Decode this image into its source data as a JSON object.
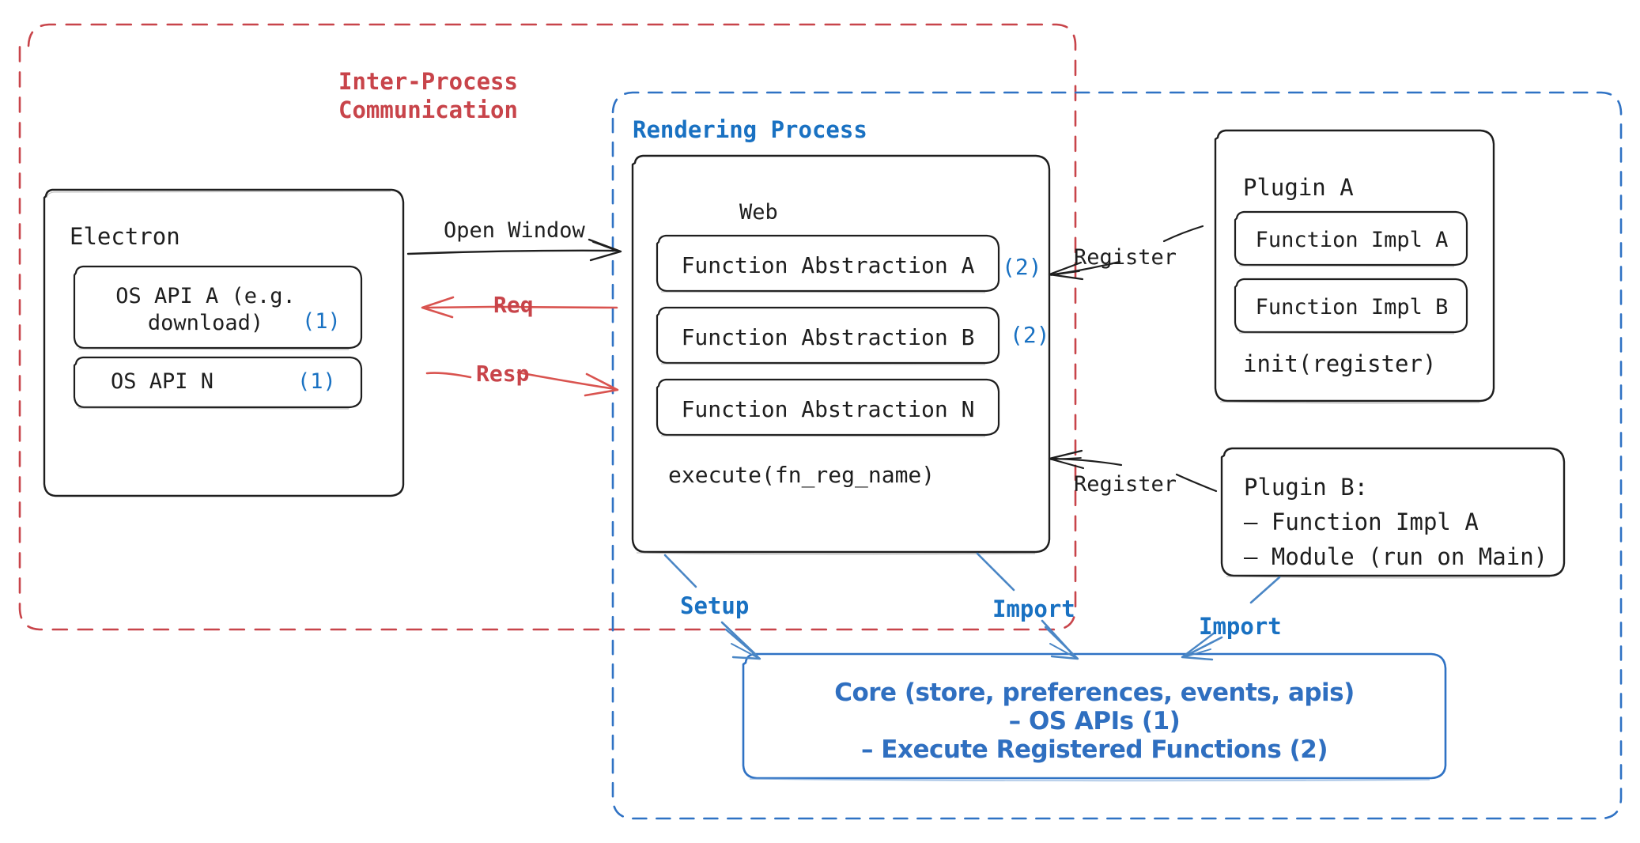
{
  "diagram": {
    "title_ipc": "Inter-Process\nCommunication",
    "title_rendering": "Rendering Process",
    "colors": {
      "ipc_red": "#c8444a",
      "process_blue": "#1971c2",
      "core_blue": "#2f6fc0",
      "stroke_black": "#1e1e1e"
    },
    "electron": {
      "title": "Electron",
      "items": [
        {
          "label": "OS API A (e.g.\ndownload)",
          "badge": "(1)"
        },
        {
          "label": "OS API N",
          "badge": "(1)"
        }
      ]
    },
    "web": {
      "title": "Web",
      "items": [
        {
          "label": "Function Abstraction A",
          "badge": "(2)"
        },
        {
          "label": "Function Abstraction B",
          "badge": "(2)"
        },
        {
          "label": "Function Abstraction N",
          "badge": ""
        }
      ],
      "footer": "execute(fn_reg_name)"
    },
    "plugin_a": {
      "title": "Plugin A",
      "items": [
        "Function Impl A",
        "Function Impl B"
      ],
      "footer": "init(register)"
    },
    "plugin_b": {
      "title": "Plugin B:",
      "lines": [
        "– Function Impl A",
        "– Module (run on Main)"
      ]
    },
    "core": {
      "line1": "Core (store, preferences, events, apis)",
      "line2": "– OS APIs (1)",
      "line3": "– Execute Registered Functions (2)"
    },
    "edges": [
      {
        "name": "open-window",
        "label": "Open Window",
        "color": "#1e1e1e",
        "direction": "right"
      },
      {
        "name": "req",
        "label": "Req",
        "color": "#c8444a",
        "direction": "left"
      },
      {
        "name": "resp",
        "label": "Resp",
        "color": "#c8444a",
        "direction": "right"
      },
      {
        "name": "register-plugin-a",
        "label": "Register",
        "color": "#1e1e1e",
        "direction": "left"
      },
      {
        "name": "register-plugin-b",
        "label": "Register",
        "color": "#1e1e1e",
        "direction": "left"
      },
      {
        "name": "setup",
        "label": "Setup",
        "color": "#3d7ebd",
        "direction": "down"
      },
      {
        "name": "import-web",
        "label": "Import",
        "color": "#3d7ebd",
        "direction": "down"
      },
      {
        "name": "import-plugin-b",
        "label": "Import",
        "color": "#3d7ebd",
        "direction": "down-left"
      }
    ]
  }
}
